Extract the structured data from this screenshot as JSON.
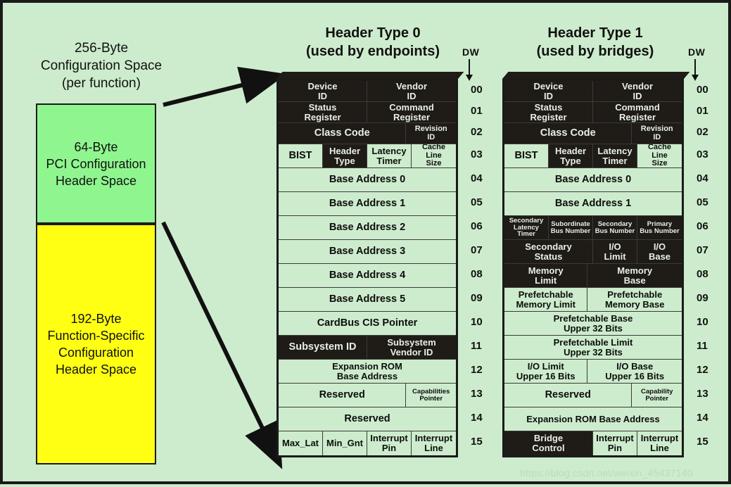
{
  "background_color": "#cdeccd",
  "left_panel": {
    "caption": "256-Byte\nConfiguration Space\n(per function)",
    "caption_lines": [
      "256-Byte",
      "Configuration Space",
      "(per function)"
    ],
    "green_box": {
      "color": "#8ff68f",
      "label_lines": [
        "64-Byte",
        "PCI Configuration",
        "Header Space"
      ],
      "label": "64-Byte PCI Configuration Header Space"
    },
    "yellow_box": {
      "color": "#ffff14",
      "label_lines": [
        "192-Byte",
        "Function-Specific",
        "Configuration",
        "Header Space"
      ],
      "label": "192-Byte Function-Specific Configuration Header Space"
    }
  },
  "dw_label": "DW",
  "dw_numbers": [
    "00",
    "01",
    "02",
    "03",
    "04",
    "05",
    "06",
    "07",
    "08",
    "09",
    "10",
    "11",
    "12",
    "13",
    "14",
    "15"
  ],
  "tables": [
    {
      "id": "type0",
      "title_line1": "Header Type 0",
      "title_line2": "(used by endpoints)",
      "rows": [
        {
          "dw": "00",
          "height": 30,
          "cells": [
            {
              "text": "Device\nID",
              "width": 50,
              "shade": "dark",
              "size": "s-md"
            },
            {
              "text": "Vendor\nID",
              "width": 50,
              "shade": "dark",
              "size": "s-md"
            }
          ]
        },
        {
          "dw": "01",
          "height": 30,
          "cells": [
            {
              "text": "Status\nRegister",
              "width": 50,
              "shade": "dark",
              "size": "s-md"
            },
            {
              "text": "Command\nRegister",
              "width": 50,
              "shade": "dark",
              "size": "s-md"
            }
          ]
        },
        {
          "dw": "02",
          "height": 30,
          "cells": [
            {
              "text": "Class Code",
              "width": 72,
              "shade": "dark",
              "size": "s-lg"
            },
            {
              "text": "Revision\nID",
              "width": 28,
              "shade": "dark",
              "size": "s-sm"
            }
          ]
        },
        {
          "dw": "03",
          "height": 34,
          "cells": [
            {
              "text": "BIST",
              "width": 25,
              "shade": "light",
              "size": "s-lg"
            },
            {
              "text": "Header\nType",
              "width": 25,
              "shade": "dark",
              "size": "s-md"
            },
            {
              "text": "Latency\nTimer",
              "width": 25,
              "shade": "light",
              "size": "s-md"
            },
            {
              "text": "Cache\nLine\nSize",
              "width": 25,
              "shade": "light",
              "size": "s-sm"
            }
          ]
        },
        {
          "dw": "04",
          "height": 34,
          "cells": [
            {
              "text": "Base Address 0",
              "width": 100,
              "shade": "light",
              "size": "s-lg"
            }
          ]
        },
        {
          "dw": "05",
          "height": 34,
          "cells": [
            {
              "text": "Base Address 1",
              "width": 100,
              "shade": "light",
              "size": "s-lg"
            }
          ]
        },
        {
          "dw": "06",
          "height": 34,
          "cells": [
            {
              "text": "Base Address 2",
              "width": 100,
              "shade": "light",
              "size": "s-lg"
            }
          ]
        },
        {
          "dw": "07",
          "height": 34,
          "cells": [
            {
              "text": "Base Address 3",
              "width": 100,
              "shade": "light",
              "size": "s-lg"
            }
          ]
        },
        {
          "dw": "08",
          "height": 34,
          "cells": [
            {
              "text": "Base Address 4",
              "width": 100,
              "shade": "light",
              "size": "s-lg"
            }
          ]
        },
        {
          "dw": "09",
          "height": 34,
          "cells": [
            {
              "text": "Base Address 5",
              "width": 100,
              "shade": "light",
              "size": "s-lg"
            }
          ]
        },
        {
          "dw": "10",
          "height": 34,
          "cells": [
            {
              "text": "CardBus CIS Pointer",
              "width": 100,
              "shade": "light",
              "size": "s-lg"
            }
          ]
        },
        {
          "dw": "11",
          "height": 34,
          "cells": [
            {
              "text": "Subsystem ID",
              "width": 50,
              "shade": "dark",
              "size": "s-lg"
            },
            {
              "text": "Subsystem\nVendor ID",
              "width": 50,
              "shade": "dark",
              "size": "s-md"
            }
          ]
        },
        {
          "dw": "12",
          "height": 34,
          "cells": [
            {
              "text": "Expansion ROM\nBase Address",
              "width": 100,
              "shade": "light",
              "size": "s-md"
            }
          ]
        },
        {
          "dw": "13",
          "height": 34,
          "cells": [
            {
              "text": "Reserved",
              "width": 72,
              "shade": "light",
              "size": "s-lg"
            },
            {
              "text": "Capabilities\nPointer",
              "width": 28,
              "shade": "light",
              "size": "s-xs"
            }
          ]
        },
        {
          "dw": "14",
          "height": 34,
          "cells": [
            {
              "text": "Reserved",
              "width": 100,
              "shade": "light",
              "size": "s-lg"
            }
          ]
        },
        {
          "dw": "15",
          "height": 34,
          "cells": [
            {
              "text": "Max_Lat",
              "width": 25,
              "shade": "light",
              "size": "s-md"
            },
            {
              "text": "Min_Gnt",
              "width": 25,
              "shade": "light",
              "size": "s-md"
            },
            {
              "text": "Interrupt\nPin",
              "width": 25,
              "shade": "light",
              "size": "s-md"
            },
            {
              "text": "Interrupt\nLine",
              "width": 25,
              "shade": "light",
              "size": "s-md"
            }
          ]
        }
      ]
    },
    {
      "id": "type1",
      "title_line1": "Header Type 1",
      "title_line2": "(used by bridges)",
      "rows": [
        {
          "dw": "00",
          "height": 30,
          "cells": [
            {
              "text": "Device\nID",
              "width": 50,
              "shade": "dark",
              "size": "s-md"
            },
            {
              "text": "Vendor\nID",
              "width": 50,
              "shade": "dark",
              "size": "s-md"
            }
          ]
        },
        {
          "dw": "01",
          "height": 30,
          "cells": [
            {
              "text": "Status\nRegister",
              "width": 50,
              "shade": "dark",
              "size": "s-md"
            },
            {
              "text": "Command\nRegister",
              "width": 50,
              "shade": "dark",
              "size": "s-md"
            }
          ]
        },
        {
          "dw": "02",
          "height": 30,
          "cells": [
            {
              "text": "Class Code",
              "width": 72,
              "shade": "dark",
              "size": "s-lg"
            },
            {
              "text": "Revision\nID",
              "width": 28,
              "shade": "dark",
              "size": "s-sm"
            }
          ]
        },
        {
          "dw": "03",
          "height": 34,
          "cells": [
            {
              "text": "BIST",
              "width": 25,
              "shade": "light",
              "size": "s-lg"
            },
            {
              "text": "Header\nType",
              "width": 25,
              "shade": "dark",
              "size": "s-md"
            },
            {
              "text": "Latency\nTimer",
              "width": 25,
              "shade": "dark",
              "size": "s-md"
            },
            {
              "text": "Cache\nLine\nSize",
              "width": 25,
              "shade": "light",
              "size": "s-sm"
            }
          ]
        },
        {
          "dw": "04",
          "height": 34,
          "cells": [
            {
              "text": "Base Address 0",
              "width": 100,
              "shade": "light",
              "size": "s-lg"
            }
          ]
        },
        {
          "dw": "05",
          "height": 34,
          "cells": [
            {
              "text": "Base Address 1",
              "width": 100,
              "shade": "light",
              "size": "s-lg"
            }
          ]
        },
        {
          "dw": "06",
          "height": 34,
          "cells": [
            {
              "text": "Secondary\nLatency Timer",
              "width": 25,
              "shade": "dark",
              "size": "s-xs"
            },
            {
              "text": "Subordinate\nBus Number",
              "width": 25,
              "shade": "dark",
              "size": "s-xs"
            },
            {
              "text": "Secondary\nBus Number",
              "width": 25,
              "shade": "dark",
              "size": "s-xs"
            },
            {
              "text": "Primary\nBus Number",
              "width": 25,
              "shade": "dark",
              "size": "s-xs"
            }
          ]
        },
        {
          "dw": "07",
          "height": 34,
          "cells": [
            {
              "text": "Secondary\nStatus",
              "width": 50,
              "shade": "dark",
              "size": "s-md"
            },
            {
              "text": "I/O\nLimit",
              "width": 25,
              "shade": "dark",
              "size": "s-md"
            },
            {
              "text": "I/O\nBase",
              "width": 25,
              "shade": "dark",
              "size": "s-md"
            }
          ]
        },
        {
          "dw": "08",
          "height": 34,
          "cells": [
            {
              "text": "Memory\nLimit",
              "width": 47,
              "shade": "dark",
              "size": "s-md"
            },
            {
              "text": "Memory\nBase",
              "width": 53,
              "shade": "dark",
              "size": "s-md"
            }
          ]
        },
        {
          "dw": "09",
          "height": 34,
          "cells": [
            {
              "text": "Prefetchable\nMemory Limit",
              "width": 47,
              "shade": "light",
              "size": "s-md"
            },
            {
              "text": "Prefetchable\nMemory Base",
              "width": 53,
              "shade": "light",
              "size": "s-md"
            }
          ]
        },
        {
          "dw": "10",
          "height": 34,
          "cells": [
            {
              "text": "Prefetchable Base\nUpper 32 Bits",
              "width": 100,
              "shade": "light",
              "size": "s-md"
            }
          ]
        },
        {
          "dw": "11",
          "height": 34,
          "cells": [
            {
              "text": "Prefetchable Limit\nUpper 32 Bits",
              "width": 100,
              "shade": "light",
              "size": "s-md"
            }
          ]
        },
        {
          "dw": "12",
          "height": 34,
          "cells": [
            {
              "text": "I/O Limit\nUpper 16 Bits",
              "width": 47,
              "shade": "light",
              "size": "s-md"
            },
            {
              "text": "I/O Base\nUpper 16 Bits",
              "width": 53,
              "shade": "light",
              "size": "s-md"
            }
          ]
        },
        {
          "dw": "13",
          "height": 34,
          "cells": [
            {
              "text": "Reserved",
              "width": 72,
              "shade": "light",
              "size": "s-lg"
            },
            {
              "text": "Capability\nPointer",
              "width": 28,
              "shade": "light",
              "size": "s-xs"
            }
          ]
        },
        {
          "dw": "14",
          "height": 34,
          "cells": [
            {
              "text": "Expansion ROM Base Address",
              "width": 100,
              "shade": "light",
              "size": "s-md"
            }
          ]
        },
        {
          "dw": "15",
          "height": 34,
          "cells": [
            {
              "text": "Bridge\nControl",
              "width": 50,
              "shade": "dark",
              "size": "s-md"
            },
            {
              "text": "Interrupt\nPin",
              "width": 25,
              "shade": "light",
              "size": "s-md"
            },
            {
              "text": "Interrupt\nLine",
              "width": 25,
              "shade": "light",
              "size": "s-md"
            }
          ]
        }
      ]
    }
  ],
  "watermark": "https://blog.csdn.net/weixin_45437140"
}
